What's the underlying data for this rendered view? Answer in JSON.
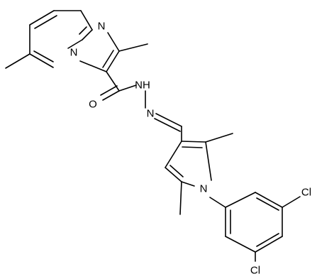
{
  "diagram_type": "chemical-structure",
  "atom_labels": {
    "n_imidazole": "N",
    "n_bridgehead": "N",
    "o_carbonyl": "O",
    "nh_hydrazide": "NH",
    "n_imine": "N",
    "n_pyrrole": "N",
    "cl_top": "Cl",
    "cl_bottom": "Cl"
  }
}
